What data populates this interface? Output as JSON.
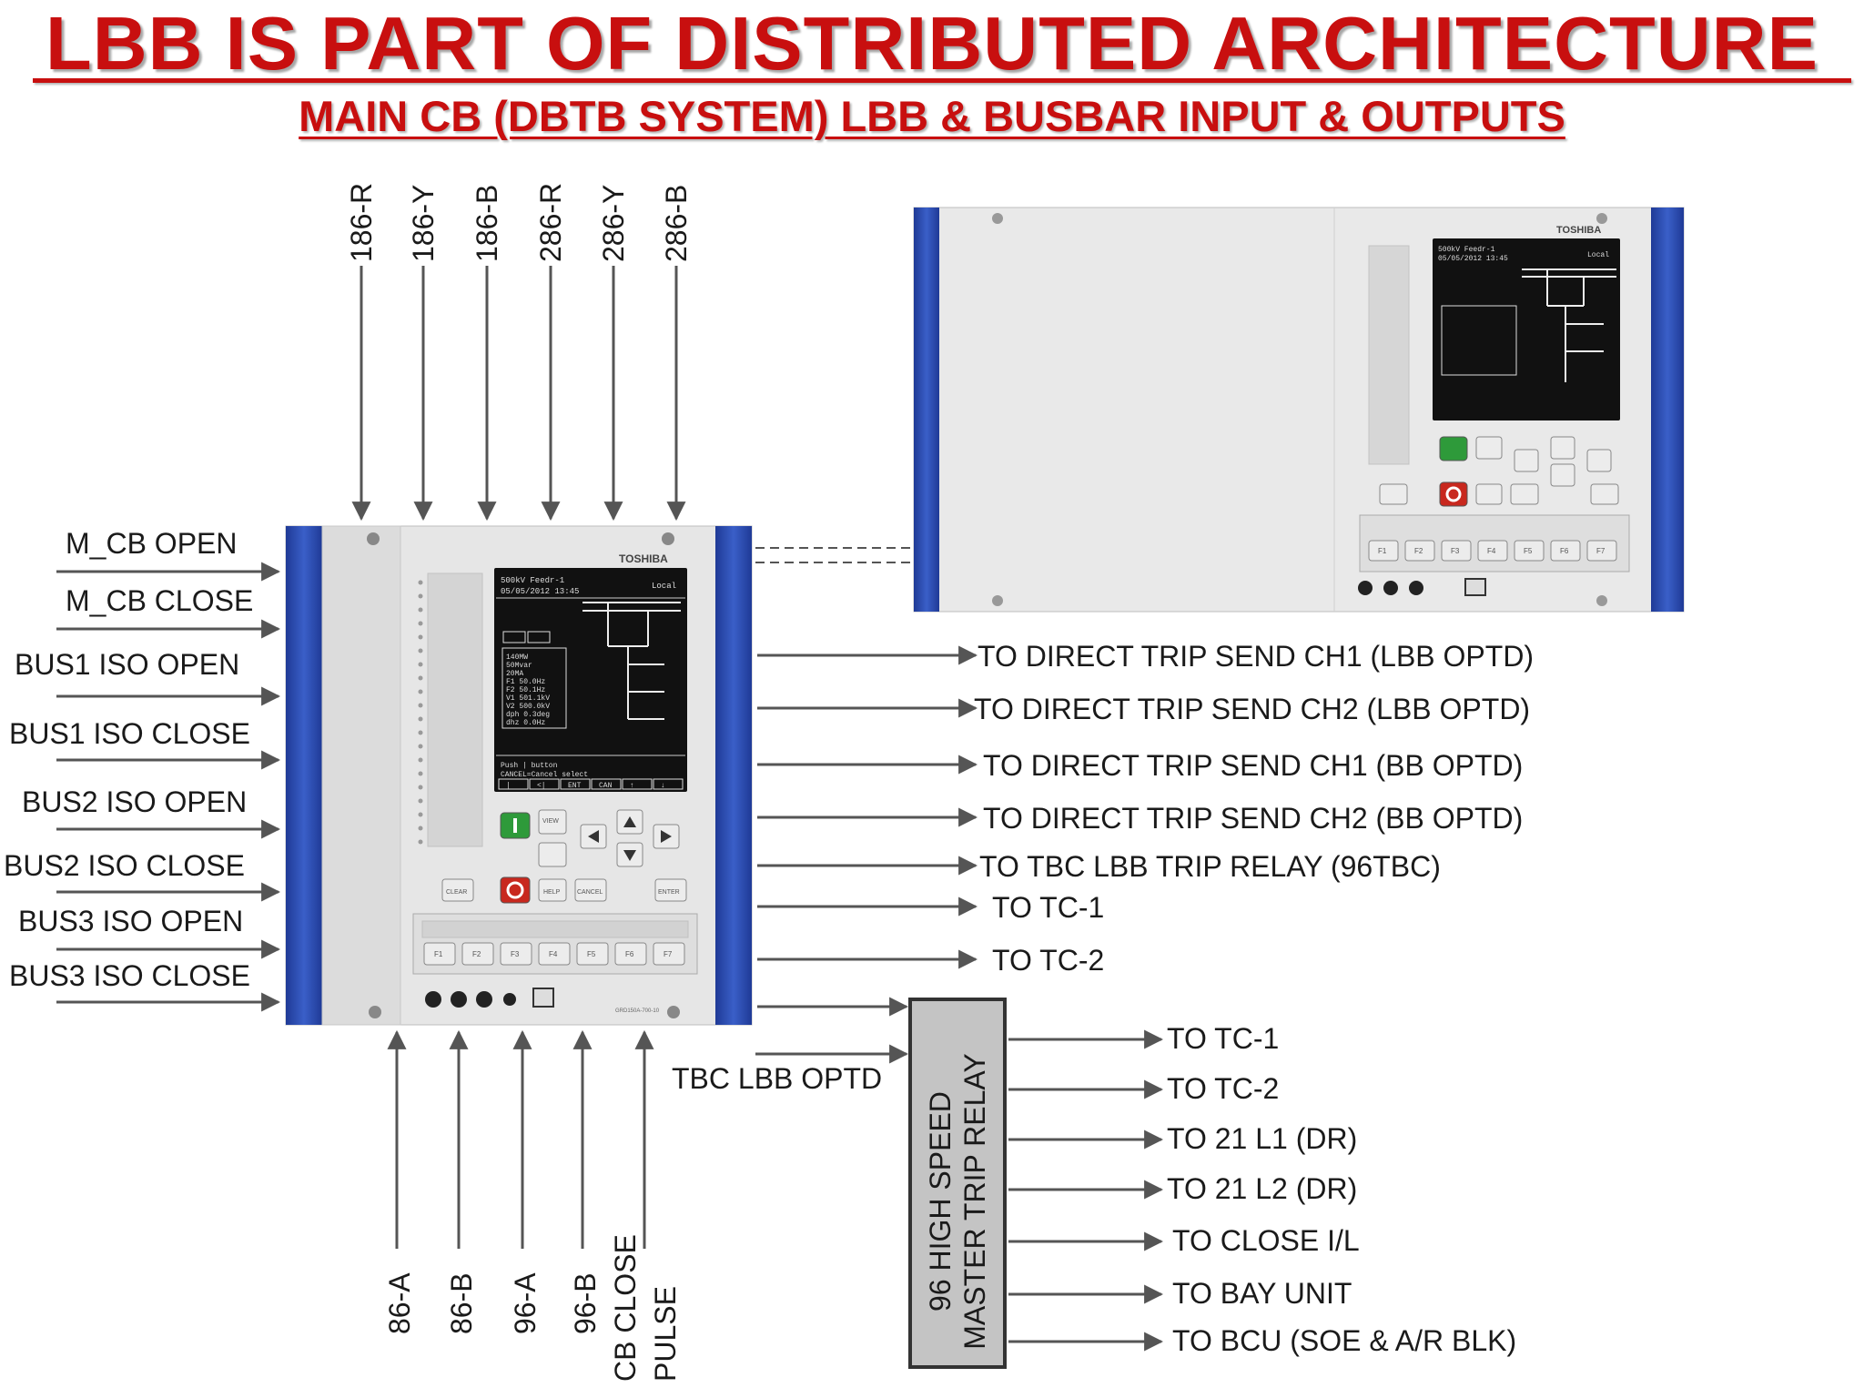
{
  "title": "LBB IS PART OF DISTRIBUTED ARCHITECTURE",
  "subtitle": "MAIN CB (DBTB SYSTEM) LBB & BUSBAR INPUT & OUTPUTS",
  "relay_front": {
    "brand": "TOSHIBA",
    "screen_header_1": "500kV Feedr-1",
    "screen_header_2": "05/05/2012 13:45",
    "screen_mode": "Local",
    "screen_values": [
      "140MW",
      "50Mvar",
      "20MA",
      "F1 50.0Hz",
      "F2 50.1Hz",
      "V1 501.1kV",
      "V2 500.0kV",
      "dph 0.3deg",
      "dhz 0.0Hz"
    ],
    "screen_footer_1": "Push | button",
    "screen_footer_2": "CANCEL=Cancel select",
    "screen_keys": [
      "|",
      "<|",
      "ENT",
      "CAN",
      "↑",
      "↓"
    ],
    "buttons": [
      "CLEAR",
      "HELP",
      "CANCEL",
      "ENTER",
      "VIEW"
    ],
    "fkeys": [
      "F1",
      "F2",
      "F3",
      "F4",
      "F5",
      "F6",
      "F7"
    ],
    "model": "GRD150A-700-10"
  },
  "top_inputs": [
    "186-R",
    "186-Y",
    "186-B",
    "286-R",
    "286-Y",
    "286-B"
  ],
  "left_inputs": [
    "M_CB OPEN",
    "M_CB CLOSE",
    "BUS1  ISO OPEN",
    "BUS1 ISO CLOSE",
    "BUS2  ISO OPEN",
    "BUS2  ISO CLOSE",
    "BUS3  ISO OPEN",
    "BUS3  ISO CLOSE"
  ],
  "bottom_inputs": [
    "86-A",
    "86-B",
    "96-A",
    "96-B",
    "CB CLOSE",
    "PULSE"
  ],
  "right_outputs": [
    "TO DIRECT TRIP SEND CH1 (LBB OPTD)",
    "TO DIRECT TRIP SEND CH2 (LBB OPTD)",
    "TO DIRECT TRIP SEND CH1 (BB OPTD)",
    "TO DIRECT TRIP SEND CH2 (BB OPTD)",
    "TO TBC LBB TRIP RELAY (96TBC)",
    "TO TC-1",
    "TO TC-2"
  ],
  "tbc_label": "TBC LBB OPTD",
  "master_trip": {
    "line1": "96 HIGH SPEED",
    "line2": "MASTER TRIP RELAY",
    "outputs": [
      "TO TC-1",
      "TO TC-2",
      "TO 21 L1 (DR)",
      "TO 21 L2 (DR)",
      "TO CLOSE I/L",
      "TO  BAY UNIT",
      "TO  BCU (SOE & A/R BLK)"
    ]
  },
  "colors": {
    "title": "#c80f0f",
    "relay_blue": "#2a47a8",
    "relay_body": "#e4e4e4",
    "screen": "#111111",
    "mtr_fill": "#c4c4c4"
  }
}
